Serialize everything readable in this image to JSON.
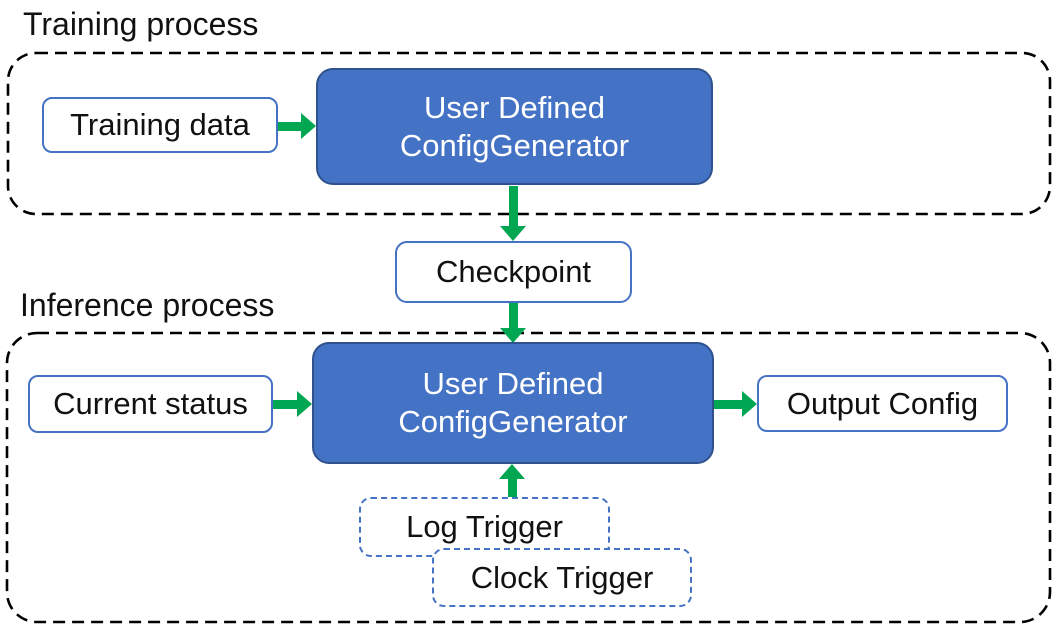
{
  "colors": {
    "node_fill": "#4472C4",
    "node_border": "#2F528F",
    "box_border": "#4472C4",
    "arrow_green": "#00A651",
    "container_border": "#000000"
  },
  "training": {
    "section_label": "Training process",
    "input_label": "Training data",
    "generator_label_line1": "User Defined",
    "generator_label_line2": "ConfigGenerator"
  },
  "checkpoint_label": "Checkpoint",
  "inference": {
    "section_label": "Inference process",
    "input_label": "Current status",
    "generator_label_line1": "User Defined",
    "generator_label_line2": "ConfigGenerator",
    "output_label": "Output Config",
    "triggers": [
      {
        "label": "Log Trigger"
      },
      {
        "label": "Clock Trigger"
      }
    ]
  }
}
